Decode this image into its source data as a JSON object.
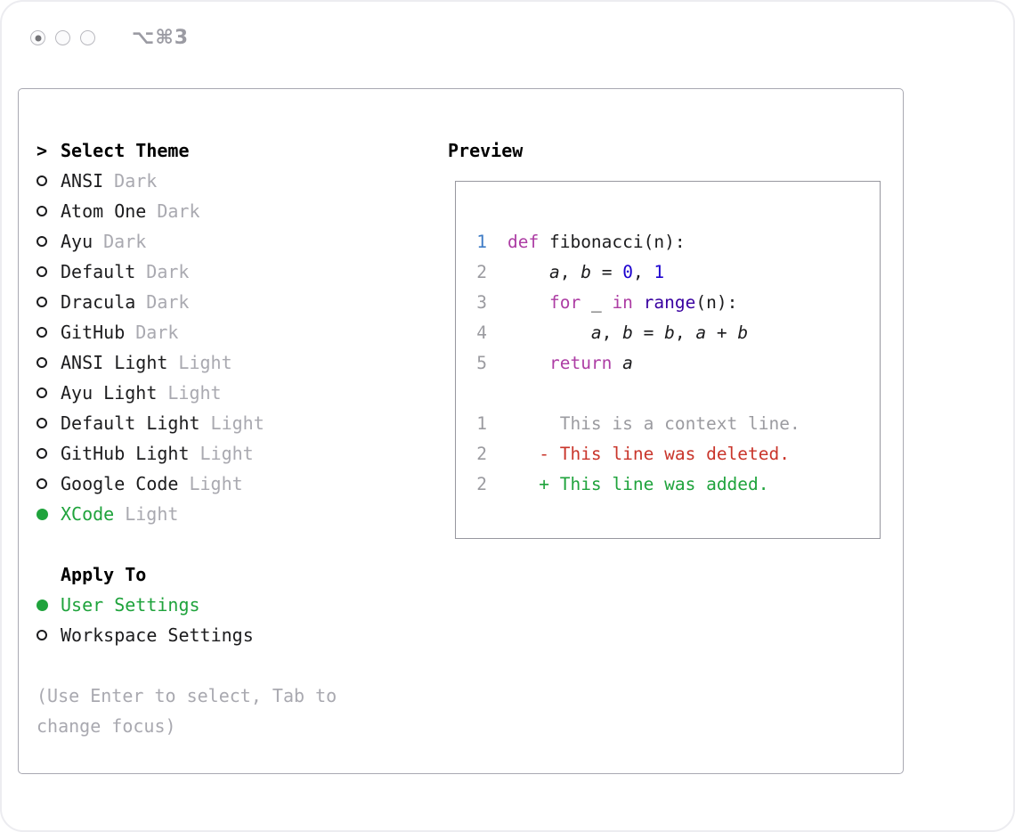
{
  "window": {
    "shortcut": "⌥⌘3"
  },
  "colors": {
    "accent_green": "#1fa33c",
    "keyword": "#ad3da4",
    "number": "#1c00cf",
    "call": "#3900a0",
    "deleted": "#c9352b",
    "added": "#1fa33c",
    "context": "#9b9ba0",
    "line_number": "#9b9ba0",
    "active_line_number": "#3f7cc6"
  },
  "selector": {
    "title_prefix": ">",
    "title": "Select Theme",
    "themes": [
      {
        "name": "ANSI",
        "variant": "Dark",
        "selected": false
      },
      {
        "name": "Atom One",
        "variant": "Dark",
        "selected": false
      },
      {
        "name": "Ayu",
        "variant": "Dark",
        "selected": false
      },
      {
        "name": "Default",
        "variant": "Dark",
        "selected": false
      },
      {
        "name": "Dracula",
        "variant": "Dark",
        "selected": false
      },
      {
        "name": "GitHub",
        "variant": "Dark",
        "selected": false
      },
      {
        "name": "ANSI Light",
        "variant": "Light",
        "selected": false
      },
      {
        "name": "Ayu Light",
        "variant": "Light",
        "selected": false
      },
      {
        "name": "Default Light",
        "variant": "Light",
        "selected": false
      },
      {
        "name": "GitHub Light",
        "variant": "Light",
        "selected": false
      },
      {
        "name": "Google Code",
        "variant": "Light",
        "selected": false
      },
      {
        "name": "XCode",
        "variant": "Light",
        "selected": true
      }
    ],
    "apply_to": {
      "title": "Apply To",
      "options": [
        {
          "label": "User Settings",
          "selected": true
        },
        {
          "label": "Workspace Settings",
          "selected": false
        }
      ]
    },
    "hint": "(Use Enter to select, Tab to change focus)"
  },
  "preview": {
    "title": "Preview",
    "code_lines": [
      {
        "num": "1",
        "active": true,
        "tokens": [
          [
            "kw",
            "def"
          ],
          [
            "plain",
            " fibonacci("
          ],
          [
            "plain",
            "n"
          ],
          [
            "plain",
            "):"
          ]
        ]
      },
      {
        "num": "2",
        "active": false,
        "tokens": [
          [
            "plain",
            "    "
          ],
          [
            "var",
            "a"
          ],
          [
            "plain",
            ", "
          ],
          [
            "var",
            "b"
          ],
          [
            "plain",
            " = "
          ],
          [
            "num",
            "0"
          ],
          [
            "plain",
            ", "
          ],
          [
            "num",
            "1"
          ]
        ]
      },
      {
        "num": "3",
        "active": false,
        "tokens": [
          [
            "plain",
            "    "
          ],
          [
            "kw",
            "for"
          ],
          [
            "plain",
            " _ "
          ],
          [
            "kw",
            "in"
          ],
          [
            "plain",
            " "
          ],
          [
            "call",
            "range"
          ],
          [
            "plain",
            "(n):"
          ]
        ]
      },
      {
        "num": "4",
        "active": false,
        "tokens": [
          [
            "plain",
            "        "
          ],
          [
            "var",
            "a"
          ],
          [
            "plain",
            ", "
          ],
          [
            "var",
            "b"
          ],
          [
            "plain",
            " = "
          ],
          [
            "var",
            "b"
          ],
          [
            "plain",
            ", "
          ],
          [
            "var",
            "a"
          ],
          [
            "plain",
            " + "
          ],
          [
            "var",
            "b"
          ]
        ]
      },
      {
        "num": "5",
        "active": false,
        "tokens": [
          [
            "plain",
            "    "
          ],
          [
            "kw",
            "return"
          ],
          [
            "plain",
            " "
          ],
          [
            "var",
            "a"
          ]
        ]
      }
    ],
    "diff_lines": [
      {
        "num": "1",
        "active": false,
        "tokens": [
          [
            "ctx",
            "     This is a context line."
          ]
        ]
      },
      {
        "num": "2",
        "active": false,
        "tokens": [
          [
            "plain",
            "   "
          ],
          [
            "del",
            "- This line was deleted."
          ]
        ]
      },
      {
        "num": "2",
        "active": false,
        "tokens": [
          [
            "plain",
            "   "
          ],
          [
            "add",
            "+ This line was added."
          ]
        ]
      }
    ]
  }
}
